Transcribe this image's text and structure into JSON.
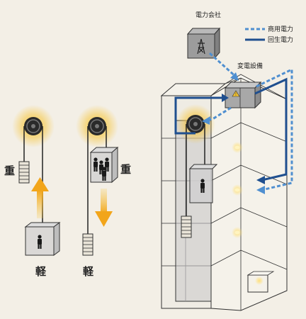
{
  "labels": {
    "power_company": "電力会社",
    "substation": "変電設備",
    "heavy_left": "重",
    "light_left": "軽",
    "heavy_right": "重",
    "light_right": "軽"
  },
  "legend": {
    "commercial": "商用電力",
    "regenerative": "回生電力"
  },
  "colors": {
    "background": "#f3efe6",
    "commercial": "#4f8fd0",
    "regenerative": "#1f4f8f",
    "arrow": "#f2a51a",
    "glow": "#f6c640"
  },
  "icons": [
    "sheave-icon",
    "counterweight-icon",
    "cabin-icon",
    "person-icon",
    "transmission-tower-icon",
    "lamp-icon",
    "warning-icon"
  ]
}
